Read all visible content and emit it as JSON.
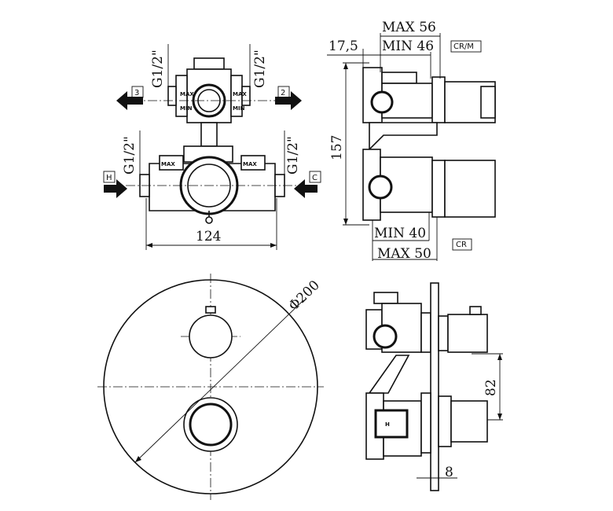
{
  "dimensions": {
    "max_56": "MAX 56",
    "min_46": "MIN 46",
    "d_17_5": "17,5",
    "d_157": "157",
    "min_40": "MIN 40",
    "max_50": "MAX 50",
    "d_124": "124",
    "dia_200": "Φ200",
    "d_82": "82",
    "d_8": "8"
  },
  "threads": {
    "top_left": "G1/2\"",
    "top_right": "G1/2\"",
    "bottom_left": "G1/2\"",
    "bottom_right": "G1/2\""
  },
  "ports": {
    "outlet_3": "3",
    "outlet_2": "2",
    "hot": "H",
    "cold": "C"
  },
  "tags": {
    "crm": "CR/M",
    "cr": "CR"
  },
  "valve_marks": {
    "max": "MAX",
    "min": "MIN",
    "h": "H"
  },
  "colors": {
    "line": "#111111",
    "background": "#ffffff"
  }
}
